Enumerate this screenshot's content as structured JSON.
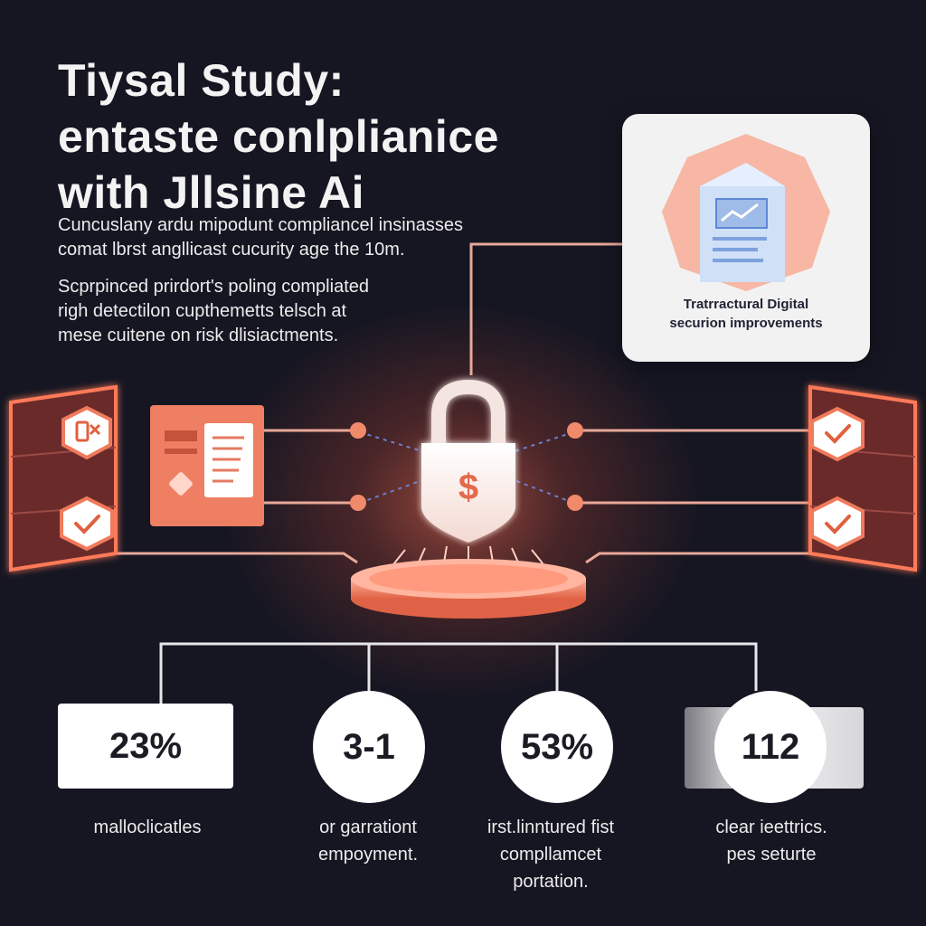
{
  "title": {
    "line1": "Tiysal Study:",
    "line2": "entaste conlplianice",
    "line3": "with Jllsine Ai"
  },
  "intro": {
    "p1_line1": "Cuncuslany ardu mipodunt compliancel insinasses",
    "p1_line2": "comat lbrst angllicast cucurity age the 10m.",
    "p2_line1": "Scprpinced prirdort's poling compliated",
    "p2_line2": "righ detectilon cupthemetts telsch at",
    "p2_line3": "mese cuitene on risk dlisiactments."
  },
  "card": {
    "caption_line1": "Tratrractural Digital",
    "caption_line2": "secur​ion improvements"
  },
  "lock": {
    "symbol": "$"
  },
  "stats": [
    {
      "value": "23%",
      "label_lines": [
        "malloclicatles"
      ]
    },
    {
      "value": "3-1",
      "label_lines": [
        "or garrationt",
        "empoyment."
      ]
    },
    {
      "value": "53%",
      "label_lines": [
        "irst.linntured fist",
        "compllamcet",
        "portation."
      ]
    },
    {
      "value": "112",
      "label_lines": [
        "clear ieettrics.",
        "pes seturte"
      ]
    }
  ],
  "colors": {
    "background": "#151622",
    "accent": "#f07a5c",
    "accent_dark": "#c9553d",
    "card": "#f2f2f2"
  },
  "icons": {
    "left_top": "device-icon",
    "left_bottom": "checkmark-icon",
    "right_top": "checkmark-icon",
    "right_bottom": "checkmark-icon",
    "center": "padlock-icon",
    "card": "document-chart-icon"
  }
}
